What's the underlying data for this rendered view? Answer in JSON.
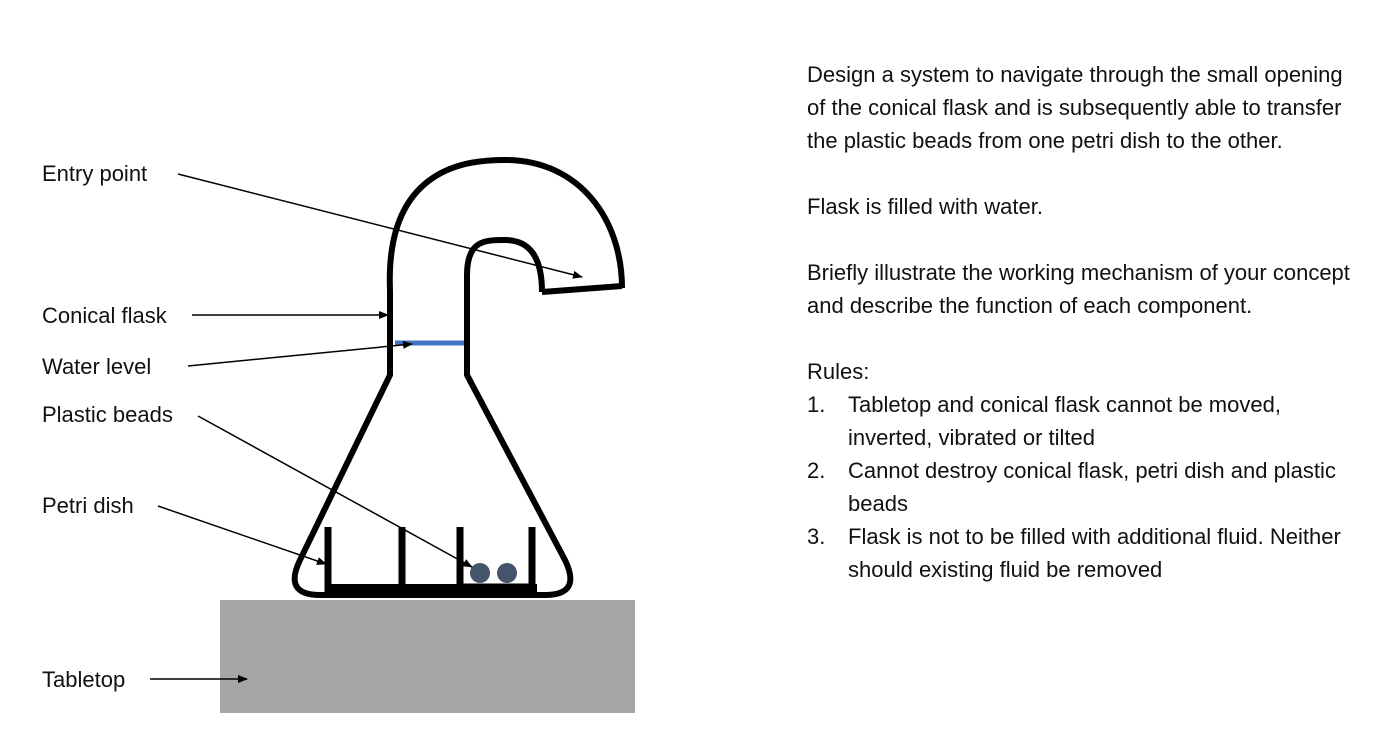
{
  "diagram": {
    "labels": {
      "entry_point": "Entry point",
      "conical_flask": "Conical flask",
      "water_level": "Water level",
      "plastic_beads": "Plastic beads",
      "petri_dish": "Petri dish",
      "tabletop": "Tabletop"
    },
    "colors": {
      "outline": "#000000",
      "water": "#4472C4",
      "beads": "#44546A",
      "tabletop": "#A5A5A5"
    },
    "bead_count": 2
  },
  "instructions": {
    "task": "Design a system to navigate through the small opening of the conical flask and is subsequently able to transfer the plastic beads from one petri dish to the other.",
    "water_note": "Flask is filled with water.",
    "illustrate": "Briefly illustrate the working mechanism of your concept and describe the function of each component.",
    "rules_title": "Rules:",
    "rules": [
      {
        "num": "1.",
        "text": "Tabletop and conical flask cannot be moved, inverted, vibrated or tilted"
      },
      {
        "num": "2.",
        "text": "Cannot destroy conical flask, petri dish and plastic beads"
      },
      {
        "num": "3.",
        "text": "Flask is not to be filled with additional fluid. Neither should existing fluid be removed"
      }
    ]
  }
}
